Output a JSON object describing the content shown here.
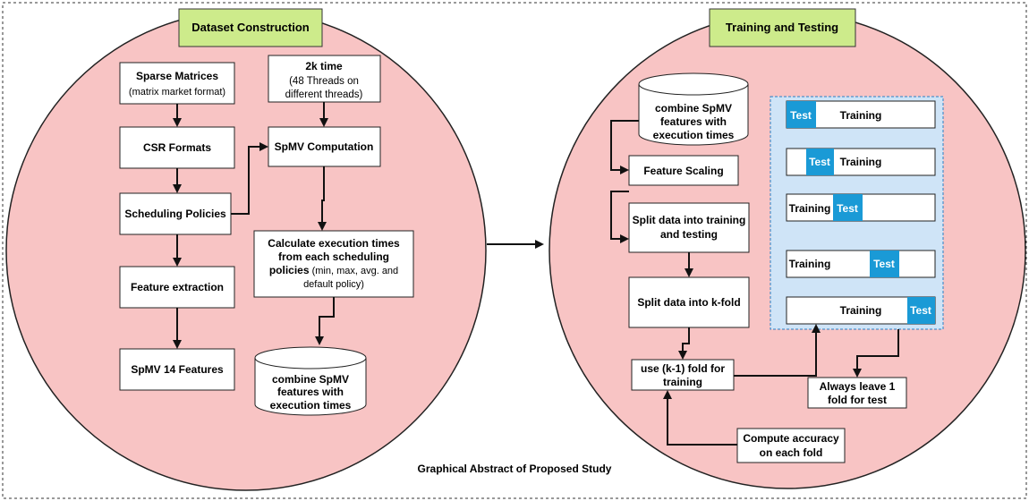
{
  "colors": {
    "circle_fill": "#f8c4c4",
    "header_fill": "#cdeb8b",
    "kfold_panel_fill": "#cfe4f7",
    "test_fill": "#1a9ad6",
    "box_fill": "#ffffff",
    "stroke": "#111111"
  },
  "left": {
    "header": "Dataset Construction",
    "sparse_title": "Sparse Matrices",
    "sparse_sub": "(matrix market format)",
    "csr": "CSR Formats",
    "scheduling": "Scheduling Policies",
    "feature_extraction": "Feature extraction",
    "spmv14": "SpMV 14 Features",
    "time_title": "2k time",
    "time_sub1": "(48 Threads on",
    "time_sub2": "different threads)",
    "spmv_comp": "SpMV Computation",
    "calc_l1": "Calculate execution times",
    "calc_l2": "from each scheduling",
    "calc_l3_bold": "policies",
    "calc_l3_rest": " (min, max, avg. and",
    "calc_l4": "default policy)",
    "db_l1": "combine SpMV",
    "db_l2": "features with",
    "db_l3": "execution times"
  },
  "right": {
    "header": "Training and Testing",
    "db_l1": "combine SpMV",
    "db_l2": "features with",
    "db_l3": "execution times",
    "feature_scaling": "Feature Scaling",
    "split_l1": "Split data into training",
    "split_l2": "and testing",
    "kfold": "Split data into k-fold",
    "use_l1": "use (k-1) fold for",
    "use_l2": "training",
    "compute_l1": "Compute accuracy",
    "compute_l2": "on each fold",
    "always_l1": "Always leave 1",
    "always_l2": "fold for test",
    "test_label": "Test",
    "training_label": "Training"
  },
  "caption": "Graphical Abstract of Proposed Study"
}
